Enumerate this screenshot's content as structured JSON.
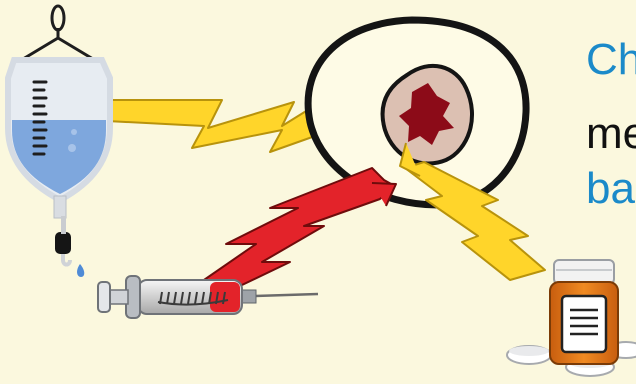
{
  "caption": {
    "line1": "Ch",
    "line2": "me",
    "line3": "ba"
  },
  "colors": {
    "background": "#fbf8de",
    "accent_blue": "#1b8ac9",
    "text_dark": "#111111",
    "bolt_yellow": "#ffd52a",
    "bolt_red": "#e3232a",
    "tumor_dark": "#8c0b18",
    "tumor_light": "#dcc0b2",
    "iv_fluid": "#7ea7dd",
    "pill_bottle": "#e2761a"
  },
  "icons": {
    "iv_bag": "iv-bag-icon",
    "syringe": "syringe-icon",
    "pill_bottle": "pill-bottle-icon",
    "cell": "cancer-cell-icon"
  }
}
